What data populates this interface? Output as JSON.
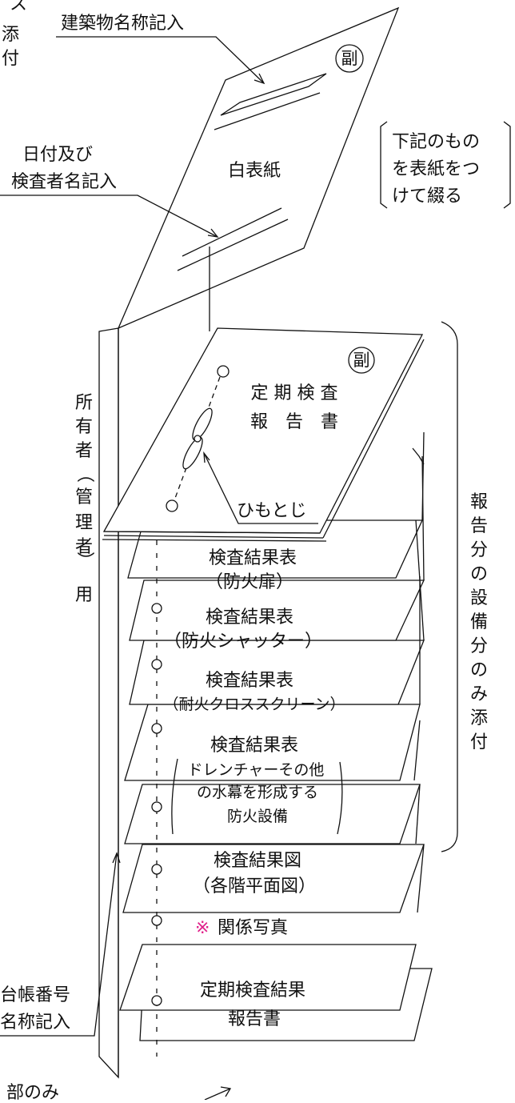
{
  "cover": {
    "label_building_name": "建築物名称記入",
    "label_date_line1": "日付及び",
    "label_date_line2": "検査者名記入",
    "title": "白表紙",
    "copy_mark": "副",
    "bracket_note": [
      "下記のもの",
      "を表紙をつ",
      "けて綴る"
    ]
  },
  "left_edge_top": [
    "ス",
    "添",
    "付"
  ],
  "owner_label": [
    "所",
    "有",
    "者",
    "（",
    "管",
    "理",
    "者",
    "）",
    "用"
  ],
  "report_cover": {
    "copy_mark": "副",
    "title_line1": "定 期 検 査",
    "title_line2": "報　告　書",
    "string_label": "ひもとじ"
  },
  "right_note": [
    "報",
    "告",
    "分",
    "の",
    "設",
    "備",
    "分",
    "の",
    "み",
    "添",
    "付"
  ],
  "sheets": [
    {
      "lines": [
        "検査結果表",
        "（防火扉）"
      ]
    },
    {
      "lines": [
        "検査結果表",
        "（防火シャッター）"
      ]
    },
    {
      "lines": [
        "検査結果表",
        "（耐火クロススクリーン）"
      ]
    },
    {
      "lines": [
        "検査結果表",
        "ドレンチャーその他",
        "の水幕を形成する",
        "防火設備"
      ]
    },
    {
      "lines": [
        "検査結果図",
        "（各階平面図）"
      ]
    },
    {
      "mark": "※",
      "lines": [
        "関係写真"
      ]
    },
    {
      "lines": [
        "定期検査結果",
        "報告書"
      ]
    }
  ],
  "bottom_left": {
    "line1": "台帳番号",
    "line2": "名称記入",
    "fragment": "部のみ"
  },
  "colors": {
    "line": "#111111",
    "mark": "#e0218a",
    "background": "#ffffff"
  }
}
